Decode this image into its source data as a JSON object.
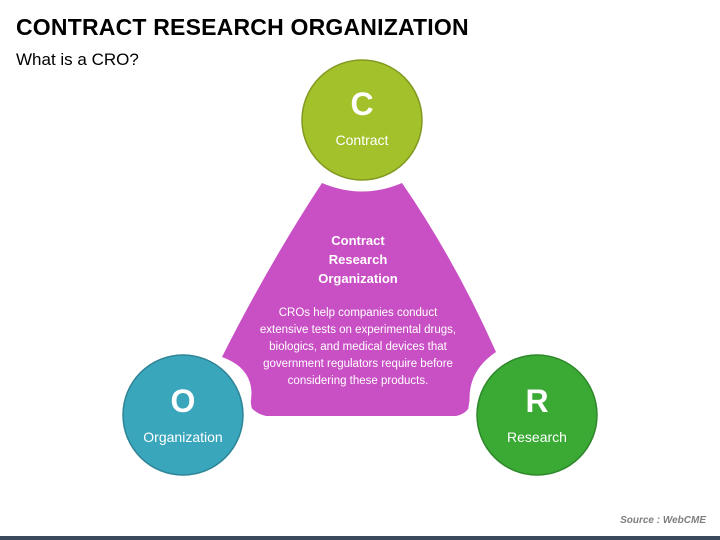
{
  "header": {
    "title": "CONTRACT RESEARCH ORGANIZATION",
    "subtitle": "What is a CRO?"
  },
  "center": {
    "heading_lines": [
      "Contract",
      "Research",
      "Organization"
    ],
    "body_lines": [
      "CROs help companies conduct",
      "extensive tests on experimental drugs,",
      "biologics, and medical devices that",
      "government regulators require before",
      "considering these products."
    ],
    "color": "#C94FC4"
  },
  "nodes": {
    "contract": {
      "letter": "C",
      "word": "Contract",
      "color": "#A3C12A"
    },
    "organization": {
      "letter": "O",
      "word": "Organization",
      "color": "#3AA6BC"
    },
    "research": {
      "letter": "R",
      "word": "Research",
      "color": "#3AAA35"
    }
  },
  "footer": {
    "source": "Source : WebCME"
  }
}
